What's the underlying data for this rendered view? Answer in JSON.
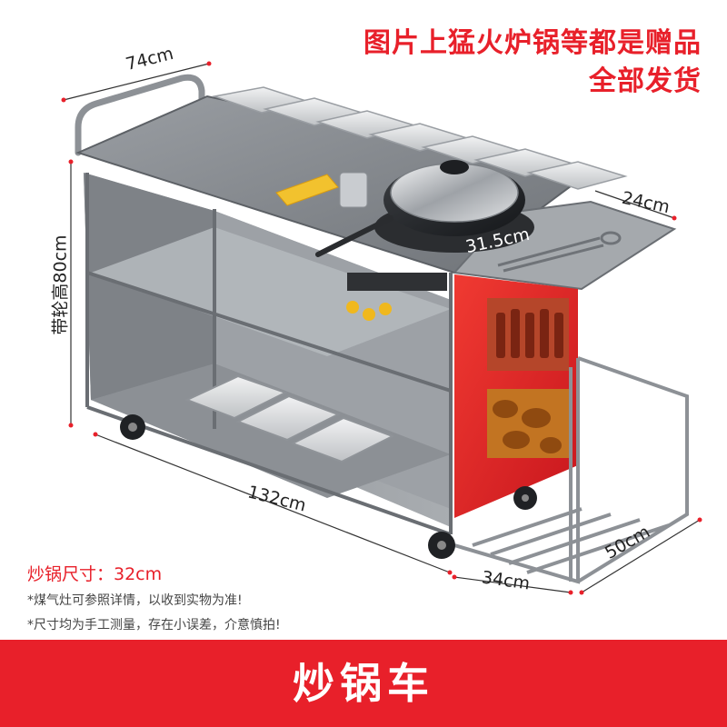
{
  "promo": {
    "line1": "图片上猛火炉锅等都是赠品",
    "line2": "全部发货"
  },
  "dimensions": {
    "top_width": "74cm",
    "height_with_wheels": "带轮高80cm",
    "shelf_width": "24cm",
    "pan_diameter": "31.5cm",
    "length": "132cm",
    "side_width": "50cm",
    "side_depth": "34cm"
  },
  "info": {
    "wok_size": "炒锅尺寸：32cm",
    "note_stove": "*煤气灶可参照详情，以收到实物为准!",
    "note_measure": "*尺寸均为手工测量，存在小误差，介意慎拍!"
  },
  "banner": {
    "title": "炒锅车"
  },
  "colors": {
    "accent": "#e8202a",
    "steel": "#8a8e94",
    "steel_light": "#c7cacd",
    "steel_dark": "#5d6166"
  }
}
